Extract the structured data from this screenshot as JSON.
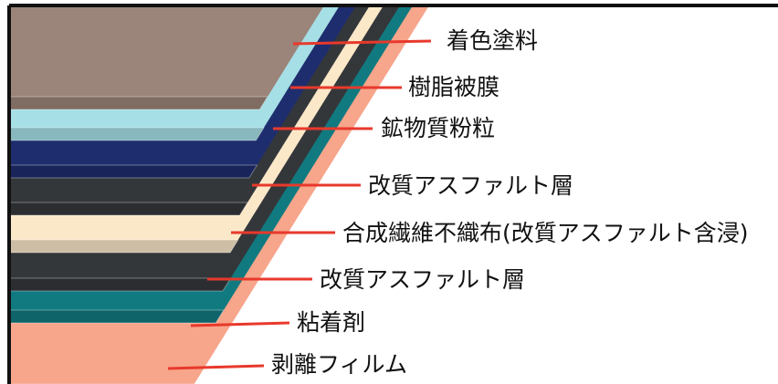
{
  "layers": [
    {
      "label": "着色塗料",
      "color": "#9b8479"
    },
    {
      "label": "樹脂被膜",
      "color": "#a6dfe6"
    },
    {
      "label": "鉱物質粉粒",
      "color": "#1e2d6e"
    },
    {
      "label": "改質アスファルト層",
      "color": "#34373a"
    },
    {
      "label": "合成繊維不織布(改質アスファルト含浸)",
      "color": "#fbe8c9"
    },
    {
      "label": "改質アスファルト層",
      "color": "#34373a"
    },
    {
      "label": "粘着剤",
      "color": "#117a80"
    },
    {
      "label": "剥離フィルム",
      "color": "#f7a58b"
    }
  ],
  "leader_color": "#e8392c",
  "frame_color": "#111111"
}
